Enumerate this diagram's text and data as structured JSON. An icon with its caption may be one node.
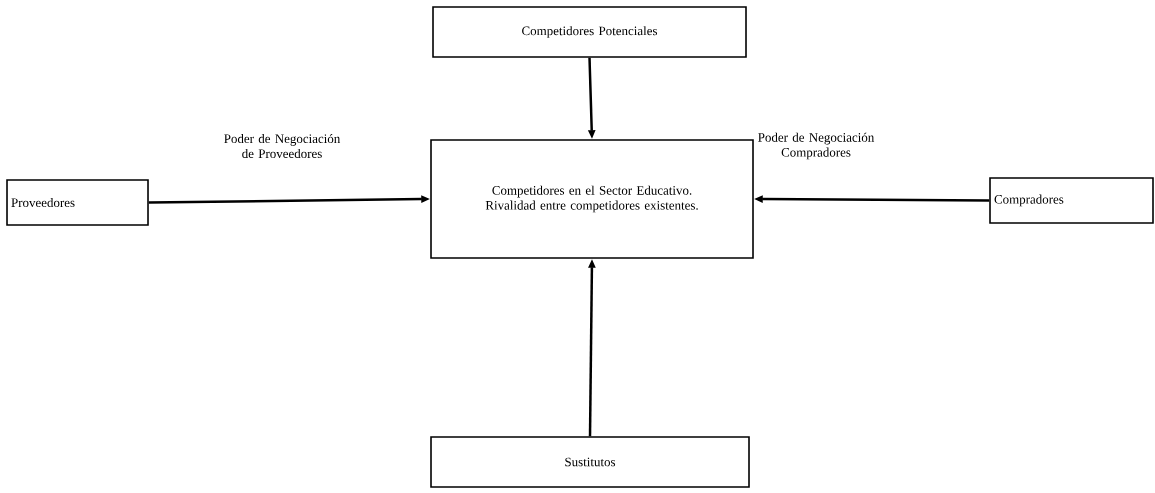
{
  "diagram": {
    "nodes": [
      {
        "text": [
          "Competidores Potenciales"
        ]
      },
      {
        "text": [
          "Proveedores"
        ]
      },
      {
        "text": [
          "Competidores  en el Sector Educativo.",
          "Rivalidad entre competidores existentes."
        ]
      },
      {
        "text": [
          "Compradores"
        ]
      },
      {
        "text": [
          "Sustitutos"
        ]
      }
    ],
    "edges": [
      {
        "from": 0,
        "to": 2,
        "arrow": "to"
      },
      {
        "from": 1,
        "to": 2,
        "arrow": "to",
        "label": "Poder de Negociación de Proveedores"
      },
      {
        "from": 3,
        "to": 2,
        "arrow": "to",
        "label": "Poder de Negociación Compradores"
      },
      {
        "from": 4,
        "to": 2,
        "arrow": "to"
      }
    ]
  }
}
